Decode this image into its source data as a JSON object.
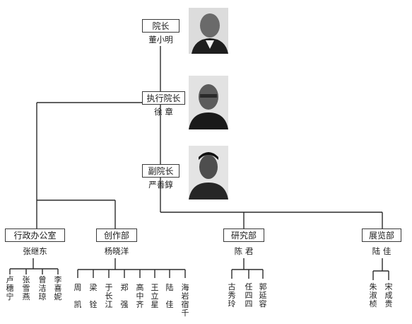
{
  "leaders": {
    "president": {
      "title": "院长",
      "name": "董小明"
    },
    "executive": {
      "title": "执行院长",
      "name": "徐  章"
    },
    "vice": {
      "title": "副院长",
      "name": "严善錞"
    }
  },
  "photos": {
    "president": "portrait-photo",
    "executive": "portrait-photo",
    "vice": "portrait-photo"
  },
  "departments": [
    {
      "title": "行政办公室",
      "head": "张继东",
      "members": [
        [
          "卢",
          "穗",
          "宁"
        ],
        [
          "张",
          "雪",
          "燕"
        ],
        [
          "曾",
          "洁",
          "琼"
        ],
        [
          "李",
          "喜",
          "妮"
        ]
      ]
    },
    {
      "title": "创作部",
      "head": "杨晓洋",
      "members": [
        [
          "周",
          "",
          "凯"
        ],
        [
          "梁",
          "",
          "铨"
        ],
        [
          "于",
          "长",
          "江"
        ],
        [
          "郑",
          "",
          "强"
        ],
        [
          "高",
          "中",
          "齐"
        ],
        [
          "王",
          "立",
          "星"
        ],
        [
          "陆",
          "",
          "佳"
        ],
        [
          "海",
          "岩",
          "宿",
          "千"
        ]
      ]
    },
    {
      "title": "研究部",
      "head": "陈  君",
      "members": [
        [
          "古",
          "秀",
          "玲"
        ],
        [
          "任",
          "四",
          "四"
        ],
        [
          "郭",
          "延",
          "容"
        ]
      ]
    },
    {
      "title": "展览部",
      "head": "陆  佳",
      "members": [
        [
          "朱",
          "淑",
          "桢"
        ],
        [
          "宋",
          "成",
          "贵"
        ]
      ]
    }
  ],
  "colors": {
    "line": "#2b2b2b",
    "box_border": "#3a3a3a",
    "background": "#ffffff"
  }
}
